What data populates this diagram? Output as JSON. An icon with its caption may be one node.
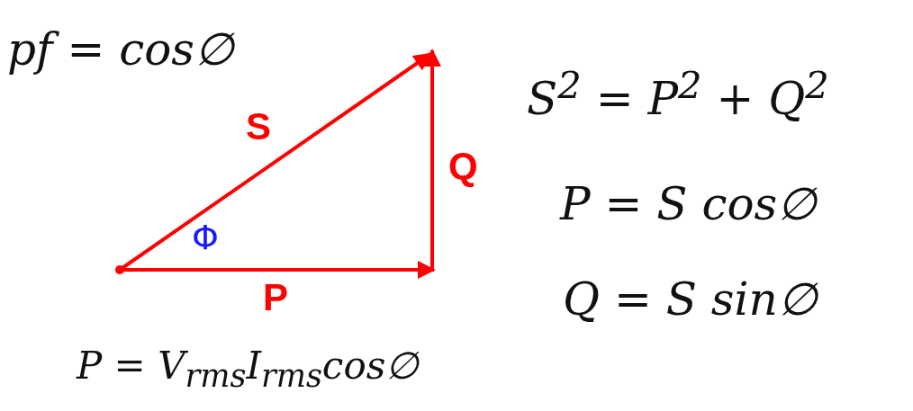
{
  "diagram": {
    "labels": [
      "pf = cos∅",
      "S$^{2}$ = P$^{2}$ + Q$^{2}$",
      "S",
      "Q",
      "P = S cos∅",
      "Φ",
      "P",
      "Q = S sin∅",
      "P = V$_{rms}$I$_{rms}$cos∅"
    ]
  }
}
